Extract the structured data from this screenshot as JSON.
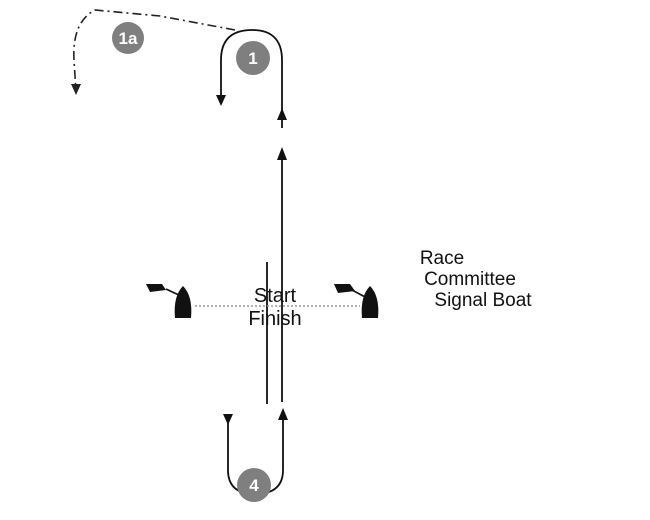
{
  "marks": {
    "windward": "1",
    "offset": "1a",
    "leeward": "4"
  },
  "start_finish": {
    "start_label": "Start",
    "finish_label": "Finish"
  },
  "signal_boat": {
    "line1": "Race",
    "line2": "Committee",
    "line3": "Signal Boat"
  },
  "colors": {
    "mark_fill": "#7f7f7f",
    "course_line": "#111111",
    "boat": "#111111",
    "start_line": "#9a9a9a"
  },
  "icons": [
    "mark-buoy-icon",
    "committee-boat-icon",
    "pin-boat-icon",
    "flag-icon",
    "arrow-icon"
  ]
}
